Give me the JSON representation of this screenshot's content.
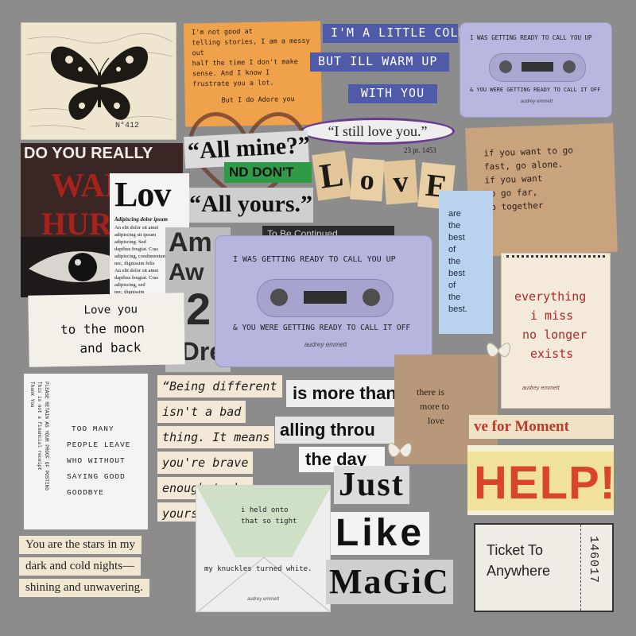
{
  "butterfly": {
    "number_label": "N°412"
  },
  "orange_note": {
    "lines": [
      "I'm not good at",
      "telling stories, I am a messy out",
      "half the time I don't make",
      "sense. And I know I",
      "frustrate you a lot.",
      "But I do Adore you"
    ]
  },
  "blue_strips": {
    "line1": "I'M A LITTLE COLD",
    "line2": "BUT ILL WARM UP",
    "line3": "WITH YOU"
  },
  "cassette_small": {
    "top_text": "I WAS GETTING READY TO CALL YOU UP",
    "bottom_text": "& YOU WERE GETTING READY TO CALL IT OFF",
    "signature": "audrey emmett"
  },
  "cassette_big": {
    "top_text": "I WAS GETTING READY TO CALL YOU UP",
    "bottom_text": "& YOU WERE GETTING READY TO CALL IT OFF",
    "signature": "audrey emmett"
  },
  "still_love": {
    "text": "“I still love you.”"
  },
  "magazine": {
    "line1": "DO YOU REALLY",
    "line2": "WAN",
    "line3": "HURT"
  },
  "all_mine": {
    "text": "“All mine?”"
  },
  "all_yours": {
    "text": "“All yours.”"
  },
  "green_strip": {
    "text": "ND DON'T"
  },
  "love_tiles": {
    "l": "L",
    "o": "o",
    "v": "v",
    "e": "E",
    "caption": "23 pt. 1453"
  },
  "kraft_note": {
    "lines": [
      "if you want to go",
      "fast, go alone.",
      "if you want",
      "to go far,",
      "go together"
    ]
  },
  "newspaper": {
    "headline": "Lov",
    "subhead": "Adipiscing dolor ipsum",
    "body_lines": [
      "An elit dolor sit amet",
      "adipiscing sit ipsum",
      "adipiscing. Sed",
      "dapibus feugiat. Cras",
      "adipiscing, condimentum",
      "nec, dignissim felis",
      "An elit dolor sit amet",
      "dapibus feugiat. Cras",
      "adipiscing, sed",
      "nec, dignissim"
    ]
  },
  "collage_letters": {
    "am": "Am",
    "aw": "Aw",
    "two": "2",
    "i_dre": "I Dre",
    "to_be": "To Be Continued"
  },
  "best_note": {
    "lines": [
      "are",
      "the",
      "best",
      "of",
      "the",
      "best",
      "of",
      "the",
      "best."
    ]
  },
  "notepad": {
    "lines": [
      "everything",
      "i miss",
      "no longer",
      "exists"
    ],
    "signature": "audrey emmett"
  },
  "moon_note": {
    "lines": [
      "Love you",
      "to the moon",
      "and back"
    ]
  },
  "receipt": {
    "vertical_lines": [
      "PLEASE RETAIN AS YOUR PROOF OF POSTING",
      "This is not a financial receipt",
      "Thank You"
    ],
    "lines": [
      "TOO MANY",
      "PEOPLE LEAVE",
      "WHO WITHOUT",
      "SAYING GOOD",
      "GOODBYE"
    ]
  },
  "quote_being_different": {
    "lines": [
      "“Being different",
      "isn't a bad",
      "thing. It means",
      "you're brave",
      "enough to be",
      "yourself.”"
    ]
  },
  "is_more_than": {
    "text": "is more than"
  },
  "falling_through": {
    "text": "alling throu"
  },
  "the_day": {
    "text": "the day"
  },
  "there_is_more": {
    "lines": [
      "there is",
      "more to",
      "love"
    ]
  },
  "moment_strip": {
    "text": "ve for Moment"
  },
  "help": {
    "text": "HELP!"
  },
  "envelope": {
    "line1": "i held onto",
    "line2": "that so tight",
    "line3": "my knuckles turned white.",
    "signature": "audrey emmett"
  },
  "just_like_magic": {
    "just": "Just",
    "like": "Like",
    "magic": "MaGiC"
  },
  "stars_quote": {
    "lines": [
      "You are the stars in my",
      "dark and cold nights—",
      "shining and unwavering."
    ]
  },
  "ticket": {
    "line1": "Ticket To",
    "line2": "Anywhere",
    "number": "146017"
  },
  "colors": {
    "board": "#8c8c8c",
    "cassette": "#b7b4de",
    "strip_blue": "#4f5aa8",
    "orange": "#f0a14b",
    "help_red": "#d9452b",
    "kraft": "#c9a27e"
  }
}
